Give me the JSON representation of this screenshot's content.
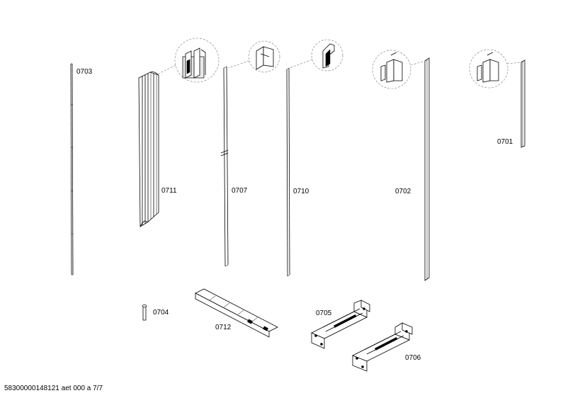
{
  "labels": {
    "p0703": "0703",
    "p0711": "0711",
    "p0707": "0707",
    "p0710": "0710",
    "p0702": "0702",
    "p0701": "0701",
    "p0704": "0704",
    "p0712": "0712",
    "p0705": "0705",
    "p0706": "0706"
  },
  "footer": "58300000148121 aet 000 a 7/7"
}
